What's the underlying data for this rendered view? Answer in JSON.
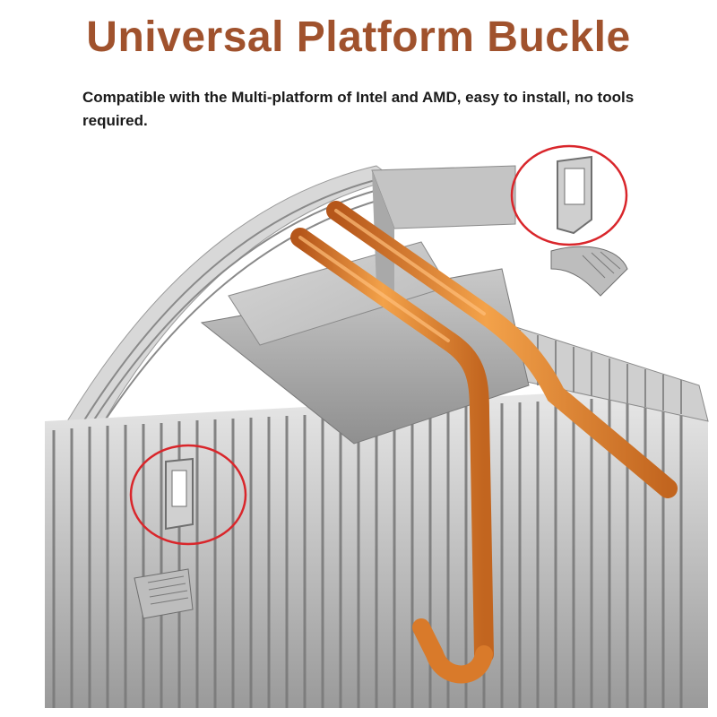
{
  "header": {
    "title": "Universal Platform Buckle",
    "subtitle": "Compatible with the Multi-platform of Intel and AMD, easy to install, no tools required."
  },
  "colors": {
    "title": "#a0522d",
    "subtitle": "#1a1a1a",
    "highlight_circle": "#d9262b",
    "copper": "#e8842a",
    "aluminum": "#bfbfbf"
  },
  "image": {
    "subject": "heatsink-with-copper-heatpipes",
    "callouts": [
      "mounting-clip-top-right",
      "mounting-clip-bottom-left"
    ]
  }
}
